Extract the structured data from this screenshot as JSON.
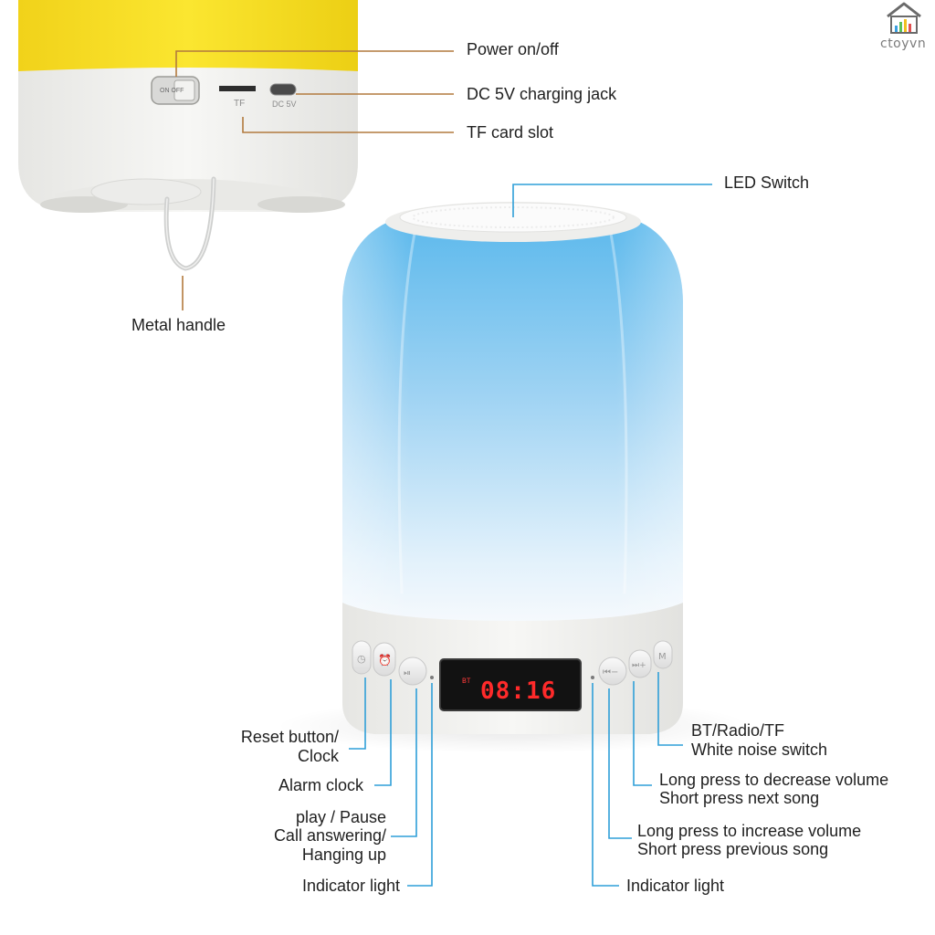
{
  "brand": {
    "name": "ctoyvn",
    "logo_icon": "house-equalizer-logo-icon"
  },
  "top_detail": {
    "switch_text": "ON OFF",
    "tf_text": "TF",
    "dc_text": "DC 5V",
    "labels": {
      "power": "Power on/off",
      "dc_jack": "DC 5V charging jack",
      "tf_slot": "TF card slot",
      "metal_handle": "Metal handle"
    }
  },
  "lamp": {
    "led_switch": "LED Switch",
    "display_bt": "BT",
    "display_time": "08:16"
  },
  "left_labels": {
    "reset_line1": "Reset button/",
    "reset_line2": "Clock",
    "alarm": "Alarm clock",
    "play_line1": "play / Pause",
    "play_line2": "Call answering/",
    "play_line3": "Hanging up",
    "indicator": "Indicator light"
  },
  "right_labels": {
    "mode_line1": "BT/Radio/TF",
    "mode_line2": "White noise switch",
    "next_line1": "Long press to decrease volume",
    "next_line2": "Short press next song",
    "prev_line1": "Long press to increase volume",
    "prev_line2": "Short press previous song",
    "indicator": "Indicator light"
  },
  "colors": {
    "lamp_top": "#64bcec",
    "lamp_bottom": "#f4f8fc",
    "yellow": "#f6de1e",
    "callout_orange": "#b27a3e",
    "callout_blue": "#2f9fd8",
    "led_red": "#ff2a2a"
  }
}
